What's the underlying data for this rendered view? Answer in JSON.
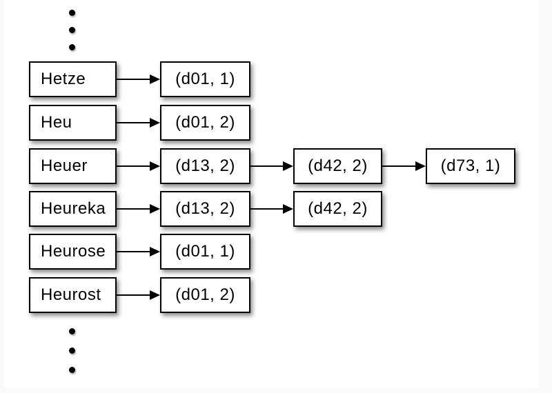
{
  "diagram": {
    "rows": [
      {
        "term": "Hetze",
        "postings": [
          "(d01, 1)"
        ]
      },
      {
        "term": "Heu",
        "postings": [
          "(d01, 2)"
        ]
      },
      {
        "term": "Heuer",
        "postings": [
          "(d13, 2)",
          "(d42, 2)",
          "(d73, 1)"
        ]
      },
      {
        "term": "Heureka",
        "postings": [
          "(d13, 2)",
          "(d42, 2)"
        ]
      },
      {
        "term": "Heurose",
        "postings": [
          "(d01, 1)"
        ]
      },
      {
        "term": "Heurost",
        "postings": [
          "(d01, 2)"
        ]
      }
    ],
    "ellipsis": {
      "top_dots": 3,
      "bottom_dots": 3
    }
  },
  "colors": {
    "frame_background": "#fafafa",
    "stage_background": "#ffffff",
    "box_fill": "#ffffff",
    "box_border": "#000000",
    "text": "#000000",
    "arrow": "#000000"
  }
}
